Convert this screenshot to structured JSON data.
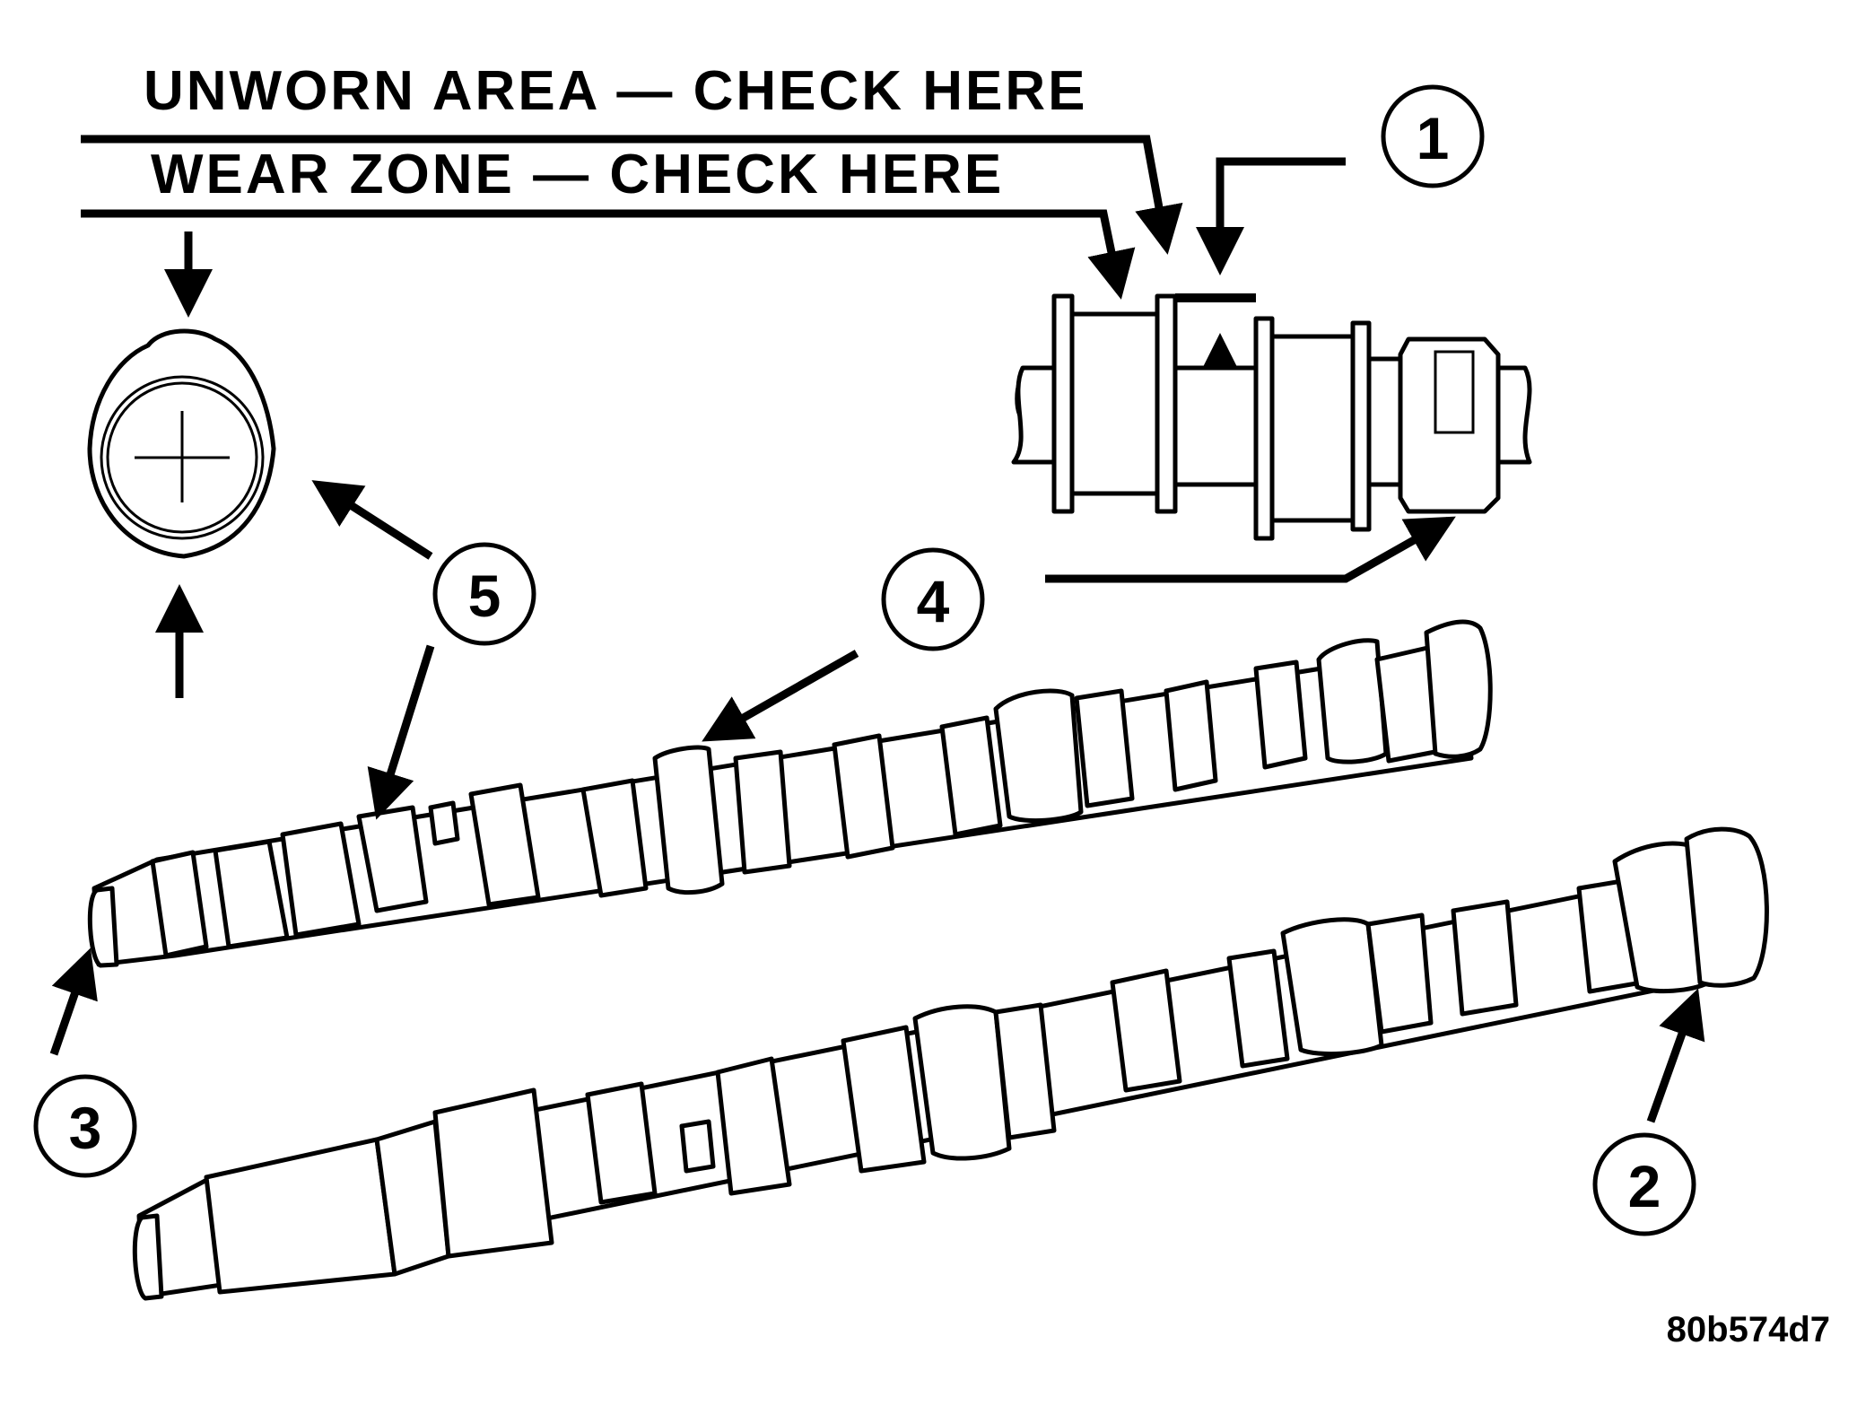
{
  "labels": {
    "unworn_area": "UNWORN AREA — CHECK HERE",
    "wear_zone": "WEAR ZONE — CHECK HERE"
  },
  "callouts": [
    "1",
    "2",
    "3",
    "4",
    "5"
  ],
  "figure_id": "80b574d7"
}
